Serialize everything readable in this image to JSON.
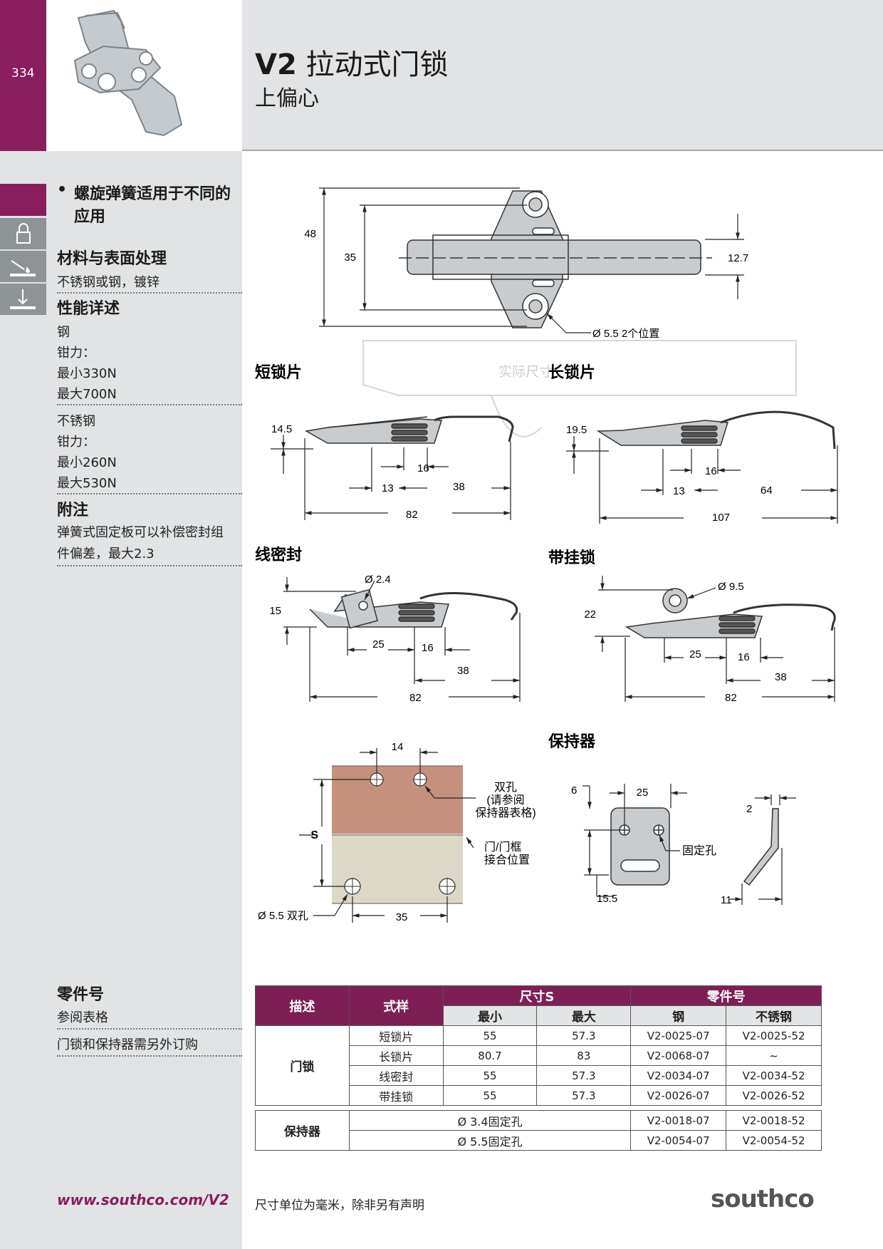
{
  "page_number": "334",
  "header": {
    "model": "V2",
    "title": "拉动式门锁",
    "subtitle": "上偏心"
  },
  "left": {
    "bullet": "螺旋弹簧适用于不同的应用",
    "materials_heading": "材料与表面处理",
    "materials_text": "不锈钢或钢，镀锌",
    "performance_heading": "性能详述",
    "steel_label": "钢",
    "steel_force": "钳力：",
    "steel_min": "最小330N",
    "steel_max": "最大700N",
    "ss_label": "不锈钢",
    "ss_force": "钳力：",
    "ss_min": "最小260N",
    "ss_max": "最大530N",
    "notes_heading": "附注",
    "notes_text": "弹簧式固定板可以补偿密封组件偏差，最大2.3",
    "parts_heading": "零件号",
    "parts_line1": "参阅表格",
    "parts_line2": "门锁和保持器需另外订购"
  },
  "drawings": {
    "main": {
      "d48": "48",
      "d35": "35",
      "d127": "12.7",
      "hole": "Ø 5.5  2个位置"
    },
    "short": {
      "label": "短锁片",
      "h": "14.5",
      "d16": "16",
      "d13": "13",
      "d38": "38",
      "d82": "82"
    },
    "long": {
      "label": "长锁片",
      "h": "19.5",
      "d16": "16",
      "d13": "13",
      "d64": "64",
      "d107": "107"
    },
    "wire": {
      "label": "线密封",
      "hole": "Ø 2.4",
      "h": "15",
      "d25": "25",
      "d16": "16",
      "d38": "38",
      "d82": "82"
    },
    "padlock": {
      "label": "带挂锁",
      "hole": "Ø 9.5",
      "h": "22",
      "d25": "25",
      "d16": "16",
      "d38": "38",
      "d82": "82"
    },
    "mount": {
      "d14": "14",
      "s": "S",
      "double_hole": "双孔",
      "see_ref": "(请参阅",
      "keeper_table": "保持器表格)",
      "door_frame": "门/门框",
      "mating": "接合位置",
      "hole_label": "Ø 5.5 双孔",
      "d35": "35"
    },
    "keeper": {
      "label": "保持器",
      "d6": "6",
      "d25": "25",
      "fix_hole": "固定孔",
      "d155": "15.5",
      "d2": "2",
      "d11": "11"
    },
    "watermark": "实际尺寸"
  },
  "table": {
    "headers": {
      "desc": "描述",
      "style": "式样",
      "size": "尺寸S",
      "part": "零件号",
      "min": "最小",
      "max": "最大",
      "steel": "钢",
      "ss": "不锈钢"
    },
    "latch_group": "门锁",
    "latch_rows": [
      {
        "style": "短锁片",
        "min": "55",
        "max": "57.3",
        "steel": "V2-0025-07",
        "ss": "V2-0025-52"
      },
      {
        "style": "长锁片",
        "min": "80.7",
        "max": "83",
        "steel": "V2-0068-07",
        "ss": "~"
      },
      {
        "style": "线密封",
        "min": "55",
        "max": "57.3",
        "steel": "V2-0034-07",
        "ss": "V2-0034-52"
      },
      {
        "style": "带挂锁",
        "min": "55",
        "max": "57.3",
        "steel": "V2-0026-07",
        "ss": "V2-0026-52"
      }
    ],
    "keeper_group": "保持器",
    "keeper_rows": [
      {
        "style": "Ø 3.4固定孔",
        "steel": "V2-0018-07",
        "ss": "V2-0018-52"
      },
      {
        "style": "Ø 5.5固定孔",
        "steel": "V2-0054-07",
        "ss": "V2-0054-52"
      }
    ]
  },
  "footer": {
    "url": "www.southco.com/V2",
    "note": "尺寸单位为毫米，除非另有声明",
    "brand": "southco"
  }
}
